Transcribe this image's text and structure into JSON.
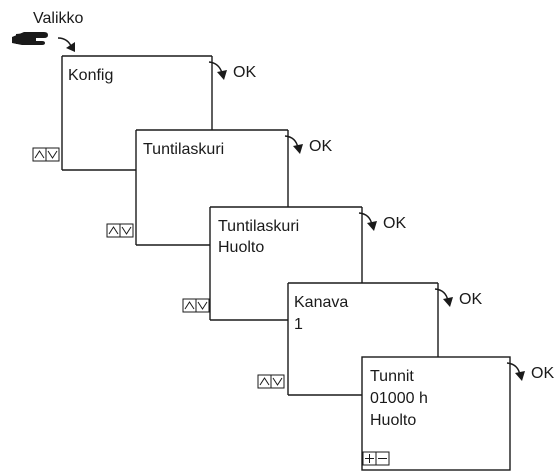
{
  "menu": {
    "label": "Valikko"
  },
  "screens": [
    {
      "lines": [
        "Konfig"
      ],
      "confirm": "OK"
    },
    {
      "lines": [
        "Tuntilaskuri"
      ],
      "confirm": "OK"
    },
    {
      "lines": [
        "Tuntilaskuri",
        "Huolto"
      ],
      "confirm": "OK"
    },
    {
      "lines": [
        "Kanava",
        "1"
      ],
      "confirm": "OK"
    },
    {
      "lines": [
        "Tunnit",
        "01000 h",
        "Huolto"
      ],
      "confirm": "OK"
    }
  ],
  "navigation_buttons": [
    "up-arrow",
    "down-arrow"
  ],
  "adjust_buttons": [
    "plus",
    "minus"
  ],
  "icons": [
    "pointing-hand-icon",
    "curved-arrow-icon"
  ]
}
